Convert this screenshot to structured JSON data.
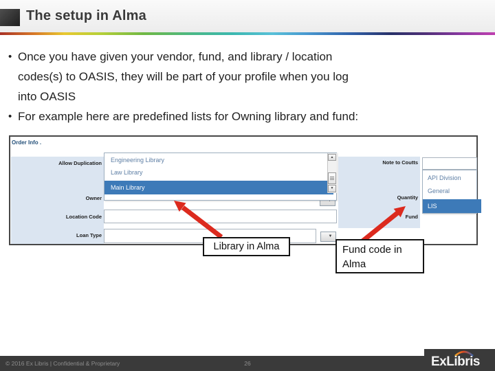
{
  "slide": {
    "title": "The setup in Alma",
    "bullet_glyph": "•",
    "bullets": {
      "b1l1": "Once you have given your vendor, fund, and library / location",
      "b1l2": "codes(s) to OASIS, they will be part of your profile when you log",
      "b1l3": "into OASIS",
      "b2l1": "For example here are predefined lists for Owning library and fund:"
    }
  },
  "screenshot": {
    "header": "Order Info .",
    "left_labels": [
      "Allow Duplication",
      "Owner",
      "Location Code",
      "Loan Type"
    ],
    "right_labels": [
      "Note to Coutts",
      "Quantity",
      "Fund"
    ],
    "library_dropdown": {
      "item1": "Engineering Library",
      "item2": "Law Library",
      "selected": "Main Library"
    },
    "fund_dropdown": {
      "item1": "API Division",
      "item2": "General",
      "selected": "LIS"
    }
  },
  "icons": {
    "scroll_up": "▲",
    "scroll_down": "▼",
    "combo_arrow": "▼"
  },
  "callouts": {
    "library": "Library in Alma",
    "fund": "Fund code in Alma"
  },
  "footer": {
    "copyright": "© 2016 Ex Libris | Confidential & Proprietary",
    "page": "26",
    "logo": "ExLibris"
  },
  "colors": {
    "highlight_blue": "#3d7ab8",
    "panel_blue": "#dbe5f1",
    "arrow_red": "#dc2a1e"
  }
}
